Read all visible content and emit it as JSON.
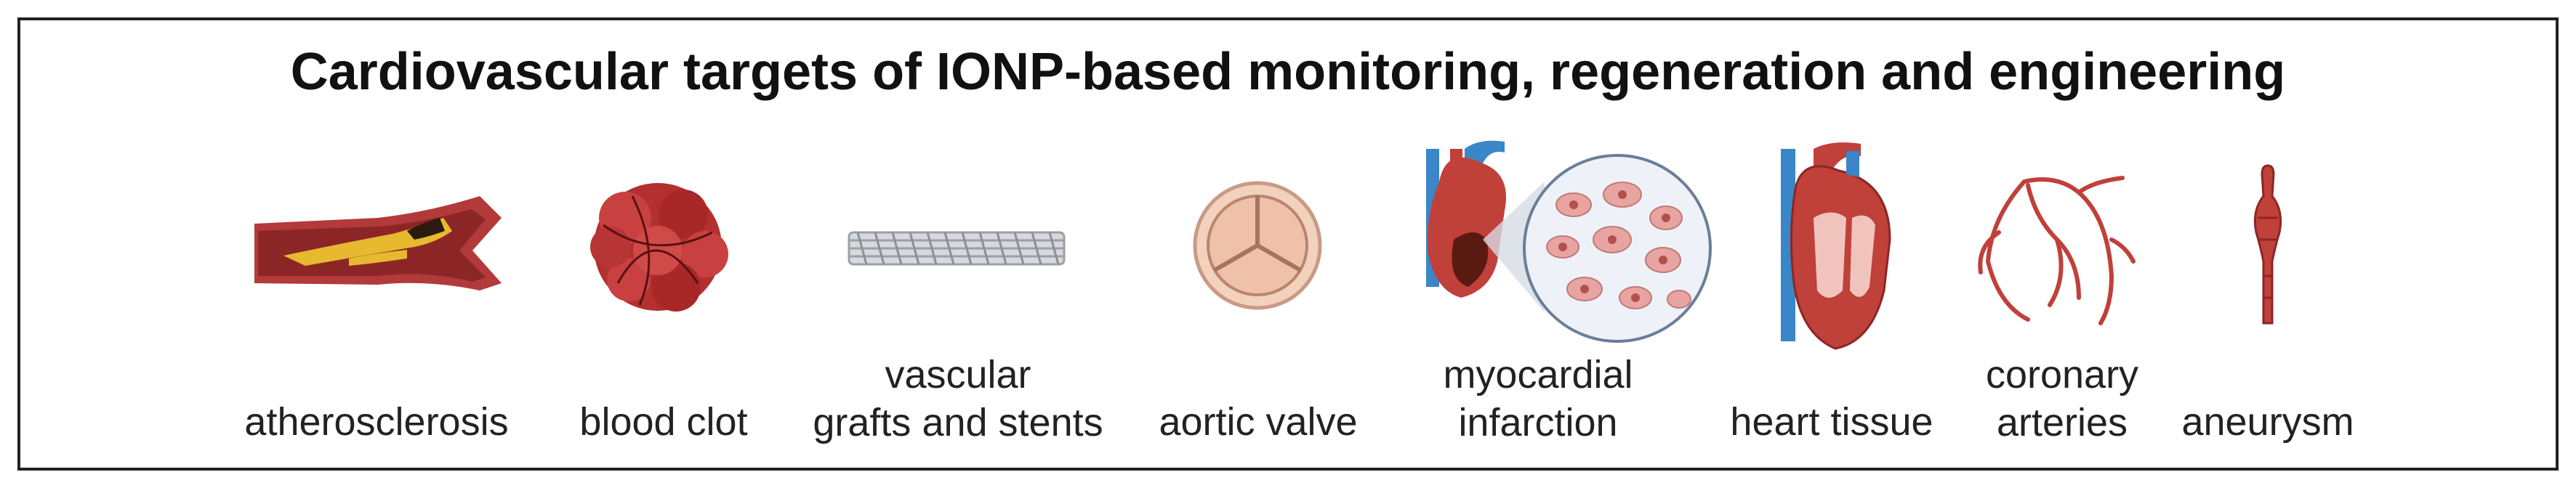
{
  "title": "Cardiovascular targets of IONP-based monitoring, regeneration and engineering",
  "colors": {
    "vessel": "#c24d4d",
    "plaque": "#e6b92e",
    "tissue_pink": "#e8a4a0",
    "vein_blue": "#3a86c8",
    "stent_gray": "#9aa0a6",
    "border": "#222222"
  },
  "targets": [
    {
      "icon": "atherosclerosis-icon",
      "lines": [
        "atherosclerosis"
      ]
    },
    {
      "icon": "blood-clot-icon",
      "lines": [
        "blood clot"
      ]
    },
    {
      "icon": "stent-icon",
      "lines": [
        "vascular",
        "grafts and stents"
      ]
    },
    {
      "icon": "aortic-valve-icon",
      "lines": [
        "aortic valve"
      ]
    },
    {
      "icon": "myocardial-infarction-icon",
      "lines": [
        "myocardial",
        "infarction"
      ]
    },
    {
      "icon": "heart-tissue-icon",
      "lines": [
        "heart tissue"
      ]
    },
    {
      "icon": "coronary-arteries-icon",
      "lines": [
        "coronary",
        "arteries"
      ]
    },
    {
      "icon": "aneurysm-icon",
      "lines": [
        "aneurysm"
      ]
    }
  ]
}
